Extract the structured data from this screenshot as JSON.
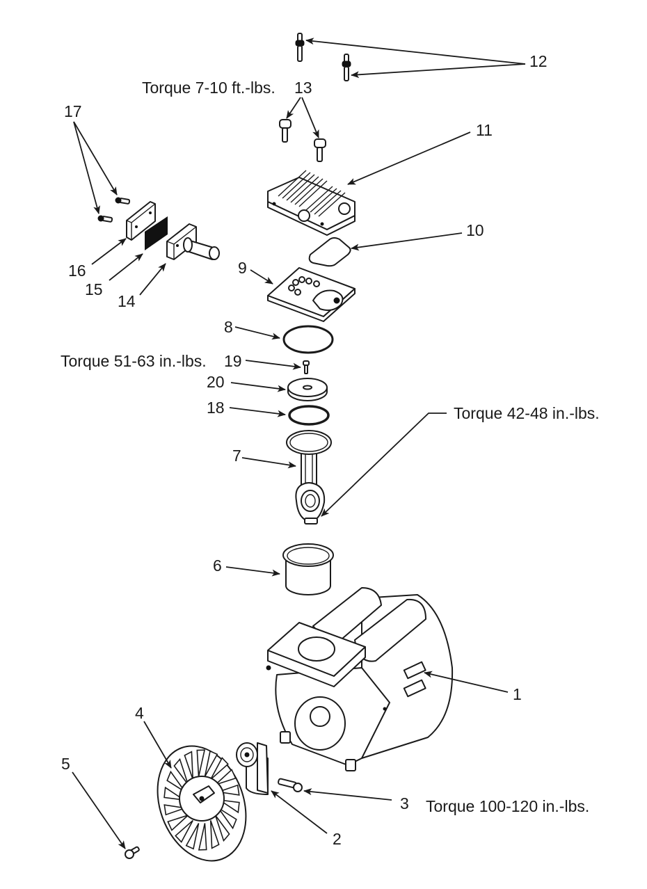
{
  "diagram": {
    "type": "exploded-parts-view",
    "subject": "Air compressor pump assembly",
    "callouts": [
      {
        "id": "1",
        "label": "1",
        "part": "motor-crankcase"
      },
      {
        "id": "2",
        "label": "2",
        "part": "eccentric"
      },
      {
        "id": "3",
        "label": "3",
        "part": "eccentric-screw",
        "note": "Torque 100-120 in.-lbs."
      },
      {
        "id": "4",
        "label": "4",
        "part": "fan"
      },
      {
        "id": "5",
        "label": "5",
        "part": "fan-screw"
      },
      {
        "id": "6",
        "label": "6",
        "part": "cylinder-sleeve"
      },
      {
        "id": "7",
        "label": "7",
        "part": "connecting-rod",
        "note": "Torque 42-48 in.-lbs."
      },
      {
        "id": "8",
        "label": "8",
        "part": "o-ring-large"
      },
      {
        "id": "9",
        "label": "9",
        "part": "valve-plate"
      },
      {
        "id": "10",
        "label": "10",
        "part": "head-gasket"
      },
      {
        "id": "11",
        "label": "11",
        "part": "cylinder-head"
      },
      {
        "id": "12",
        "label": "12",
        "part": "studs"
      },
      {
        "id": "13",
        "label": "13",
        "part": "head-bolts",
        "note": "Torque 7-10 ft.-lbs."
      },
      {
        "id": "14",
        "label": "14",
        "part": "intake-housing"
      },
      {
        "id": "15",
        "label": "15",
        "part": "filter-element"
      },
      {
        "id": "16",
        "label": "16",
        "part": "filter-cover"
      },
      {
        "id": "17",
        "label": "17",
        "part": "cover-screws"
      },
      {
        "id": "18",
        "label": "18",
        "part": "o-ring-small"
      },
      {
        "id": "19",
        "label": "19",
        "part": "retainer-screw",
        "note": "Torque 51-63 in.-lbs."
      },
      {
        "id": "20",
        "label": "20",
        "part": "piston-cap"
      }
    ],
    "torque_notes": {
      "t13": "Torque  7-10 ft.-lbs.",
      "t19": "Torque  51-63 in.-lbs.",
      "t7": "Torque  42-48 in.-lbs.",
      "t3": "Torque 100-120 in.-lbs."
    }
  }
}
